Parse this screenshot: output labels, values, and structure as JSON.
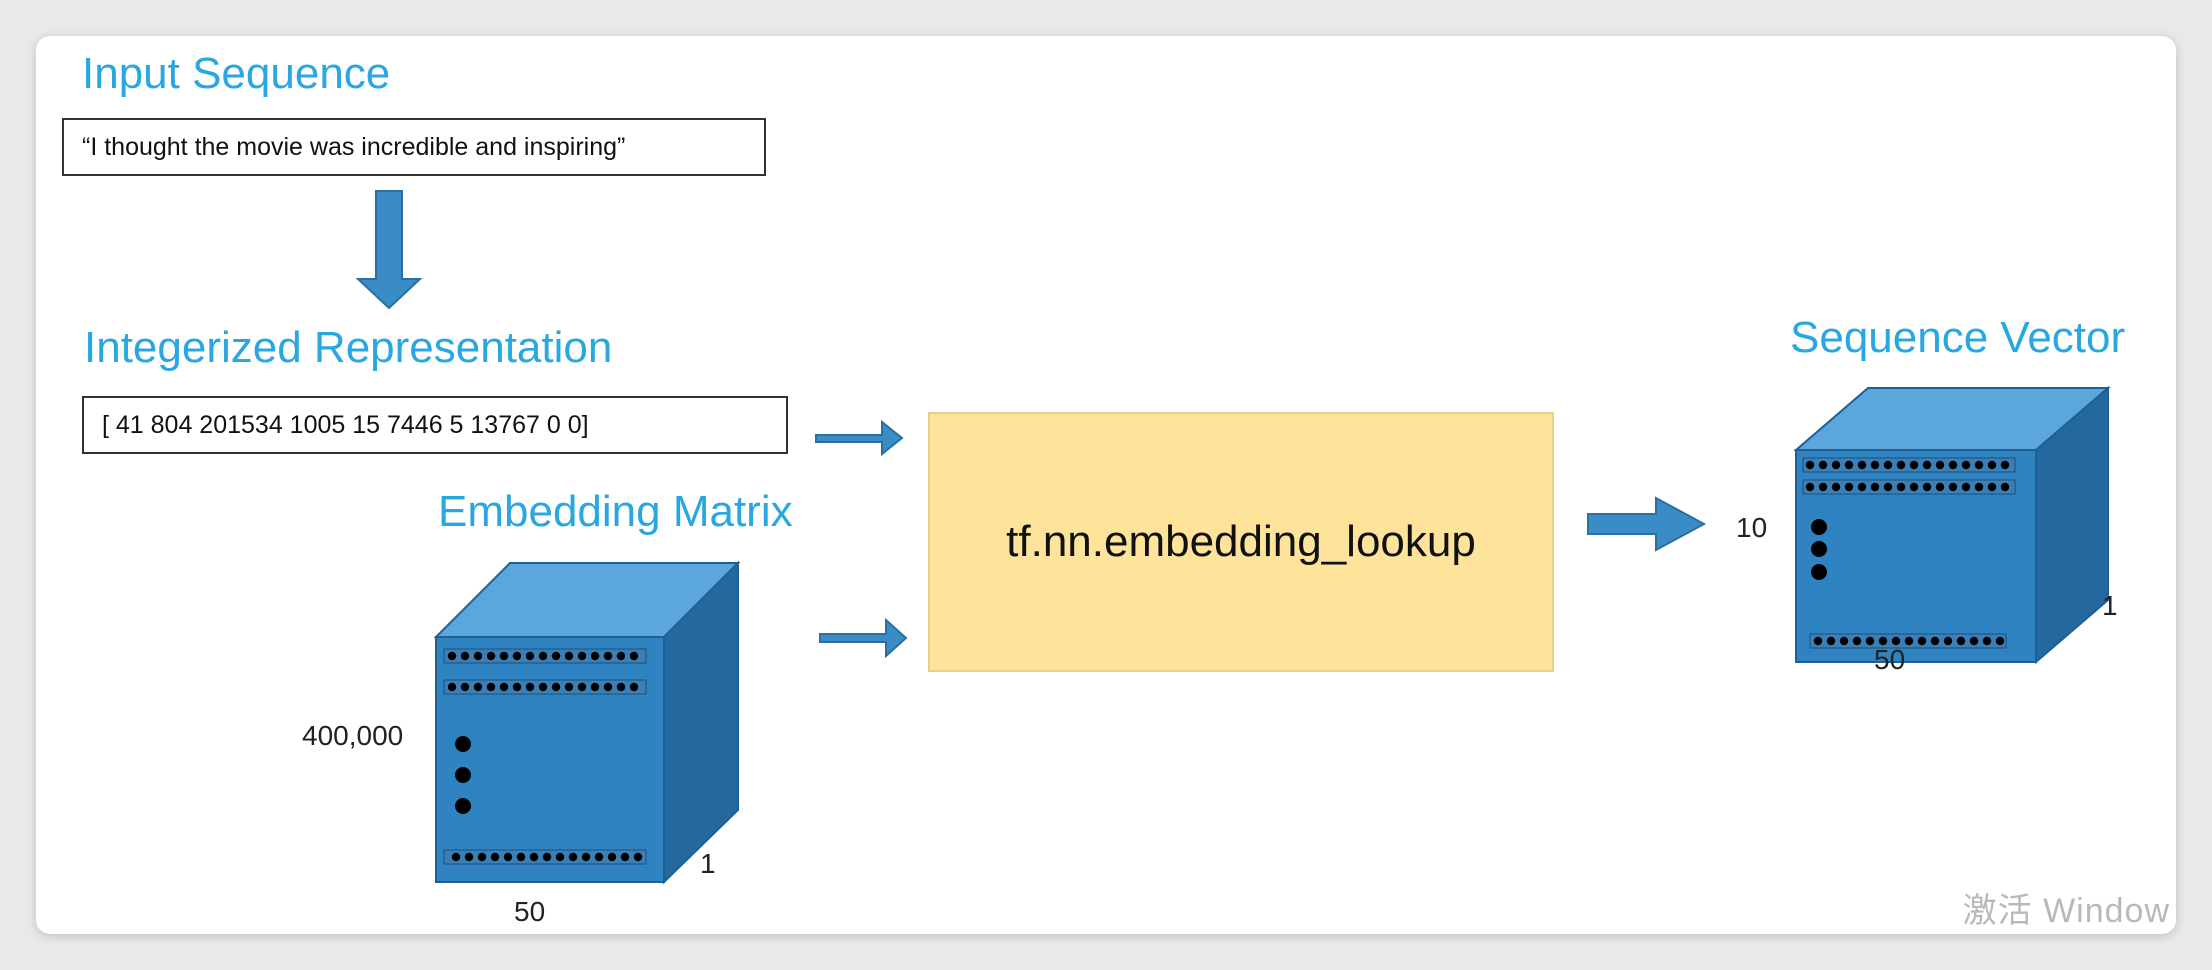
{
  "headings": {
    "input_sequence": "Input Sequence",
    "integerized": "Integerized Representation",
    "embedding_matrix": "Embedding Matrix",
    "sequence_vector": "Sequence Vector"
  },
  "input_text": "“I thought the movie was incredible and inspiring”",
  "integer_text": "[ 41   804   201534   1005   15   7446   5   13767   0   0]",
  "lookup_label": "tf.nn.embedding_lookup",
  "embedding_dims": {
    "rows": "400,000",
    "cols": "50",
    "depth": "1"
  },
  "vector_dims": {
    "rows": "10",
    "cols": "50",
    "depth": "1"
  },
  "watermark": "激活 Window",
  "colors": {
    "heading": "#29a7e0",
    "arrow": "#3a8cc6",
    "cube_front": "#2f83c1",
    "cube_top": "#5aa6dd",
    "cube_side": "#2468a0",
    "lookup_fill": "#fde49a"
  }
}
